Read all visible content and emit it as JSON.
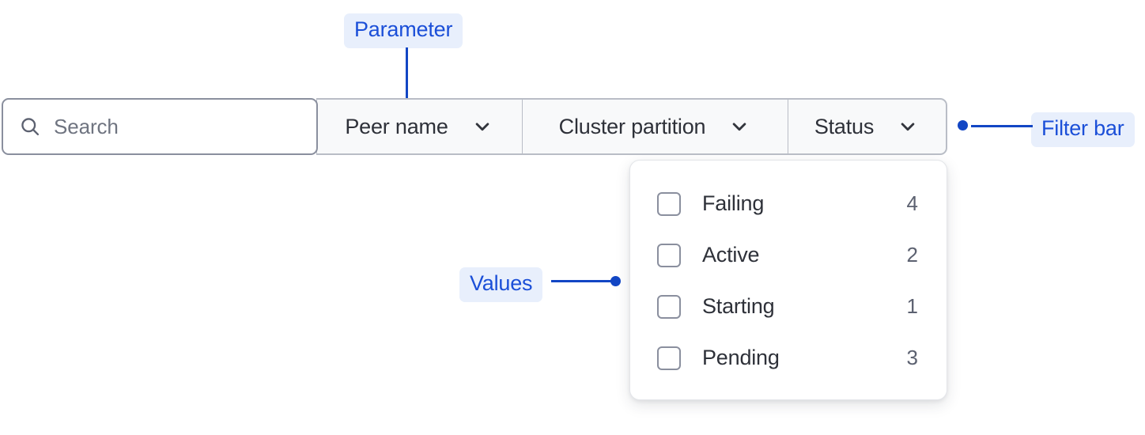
{
  "annotations": {
    "parameter": "Parameter",
    "values": "Values",
    "filter_bar": "Filter bar",
    "accent_color": "#1246c4",
    "label_bg_color": "#e8effc",
    "label_text_color": "#1b4fd8"
  },
  "filter_bar": {
    "search": {
      "icon": "search-icon",
      "value": "",
      "placeholder": "Search"
    },
    "segments": [
      {
        "label": "Peer name",
        "icon": "chevron-down-icon"
      },
      {
        "label": "Cluster partition",
        "icon": "chevron-down-icon"
      },
      {
        "label": "Status",
        "icon": "chevron-down-icon"
      }
    ]
  },
  "dropdown": {
    "open_for": "Status",
    "options": [
      {
        "label": "Failing",
        "count": "4",
        "checked": false
      },
      {
        "label": "Active",
        "count": "2",
        "checked": false
      },
      {
        "label": "Starting",
        "count": "1",
        "checked": false
      },
      {
        "label": "Pending",
        "count": "3",
        "checked": false
      }
    ]
  }
}
